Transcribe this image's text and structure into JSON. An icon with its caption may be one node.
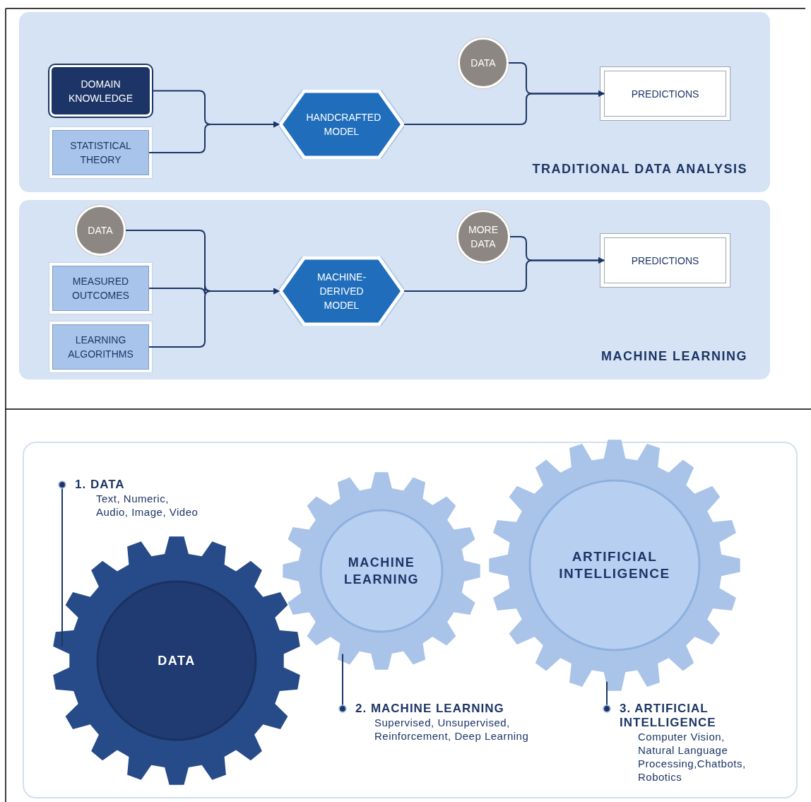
{
  "diagram": {
    "nodes": [
      {
        "text": [
          "TRADITIONAL DATA ANALYSIS"
        ]
      },
      {
        "text": [
          "DOMAIN KNOWLEDGE"
        ],
        "in": 0
      },
      {
        "text": [
          "STATISTICAL THEORY"
        ],
        "in": 0
      },
      {
        "text": [
          "HANDCRAFTED MODEL"
        ],
        "in": 0
      },
      {
        "text": [
          "DATA"
        ],
        "in": 0
      },
      {
        "text": [
          "PREDICTIONS"
        ],
        "in": 0
      },
      {
        "text": [
          "MACHINE LEARNING"
        ]
      },
      {
        "text": [
          "DATA"
        ],
        "in": 6
      },
      {
        "text": [
          "MEASURED OUTCOMES"
        ],
        "in": 6
      },
      {
        "text": [
          "LEARNING ALGORITHMS"
        ],
        "in": 6
      },
      {
        "text": [
          "MACHINE-DERIVED MODEL"
        ],
        "in": 6
      },
      {
        "text": [
          "MORE DATA"
        ],
        "in": 6
      },
      {
        "text": [
          "PREDICTIONS"
        ],
        "in": 6
      },
      {
        "text": [
          "DATA"
        ]
      },
      {
        "text": [
          "MACHINE LEARNING"
        ]
      },
      {
        "text": [
          "ARTIFICIAL INTELLIGENCE"
        ]
      },
      {
        "text": [
          "1. DATA",
          "Text, Numeric, Audio, Image, Video"
        ]
      },
      {
        "text": [
          "2. MACHINE LEARNING",
          "Supervised, Unsupervised, Reinforcement, Deep Learning"
        ]
      },
      {
        "text": [
          "3. ARTIFICIAL INTELLIGENCE",
          "Computer Vision, Natural Language Processing,Chatbots, Robotics"
        ]
      }
    ],
    "edges": [
      {
        "from": 1,
        "to": 3,
        "arrow": "to"
      },
      {
        "from": 2,
        "to": 3,
        "arrow": "to"
      },
      {
        "from": 3,
        "to": 5,
        "arrow": "to"
      },
      {
        "from": 4,
        "to": 5,
        "arrow": "to"
      },
      {
        "from": 7,
        "to": 10,
        "arrow": "to"
      },
      {
        "from": 8,
        "to": 10,
        "arrow": "to"
      },
      {
        "from": 9,
        "to": 10,
        "arrow": "to"
      },
      {
        "from": 10,
        "to": 12,
        "arrow": "to"
      },
      {
        "from": 11,
        "to": 12,
        "arrow": "to"
      },
      {
        "from": 16,
        "to": 13,
        "arrow": "other"
      },
      {
        "from": 17,
        "to": 14,
        "arrow": "other"
      },
      {
        "from": 18,
        "to": 15,
        "arrow": "other"
      }
    ]
  }
}
